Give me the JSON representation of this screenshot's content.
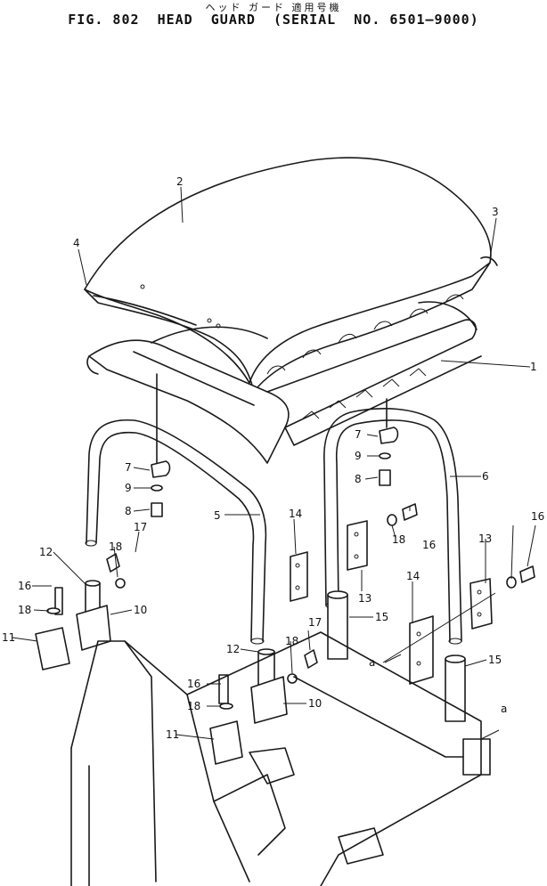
{
  "header": {
    "japanese_title": "ヘッド ガード  適用号機",
    "figure_title": "FIG. 802  HEAD  GUARD  (SERIAL  NO. 6501—9000)"
  },
  "callouts": [
    "1",
    "2",
    "3",
    "4",
    "5",
    "6",
    "7",
    "7",
    "8",
    "8",
    "9",
    "9",
    "10",
    "10",
    "11",
    "11",
    "12",
    "12",
    "13",
    "13",
    "14",
    "14",
    "15",
    "15",
    "16",
    "16",
    "16",
    "16",
    "17",
    "17",
    "18",
    "18",
    "18",
    "18",
    "18",
    "a",
    "a"
  ]
}
